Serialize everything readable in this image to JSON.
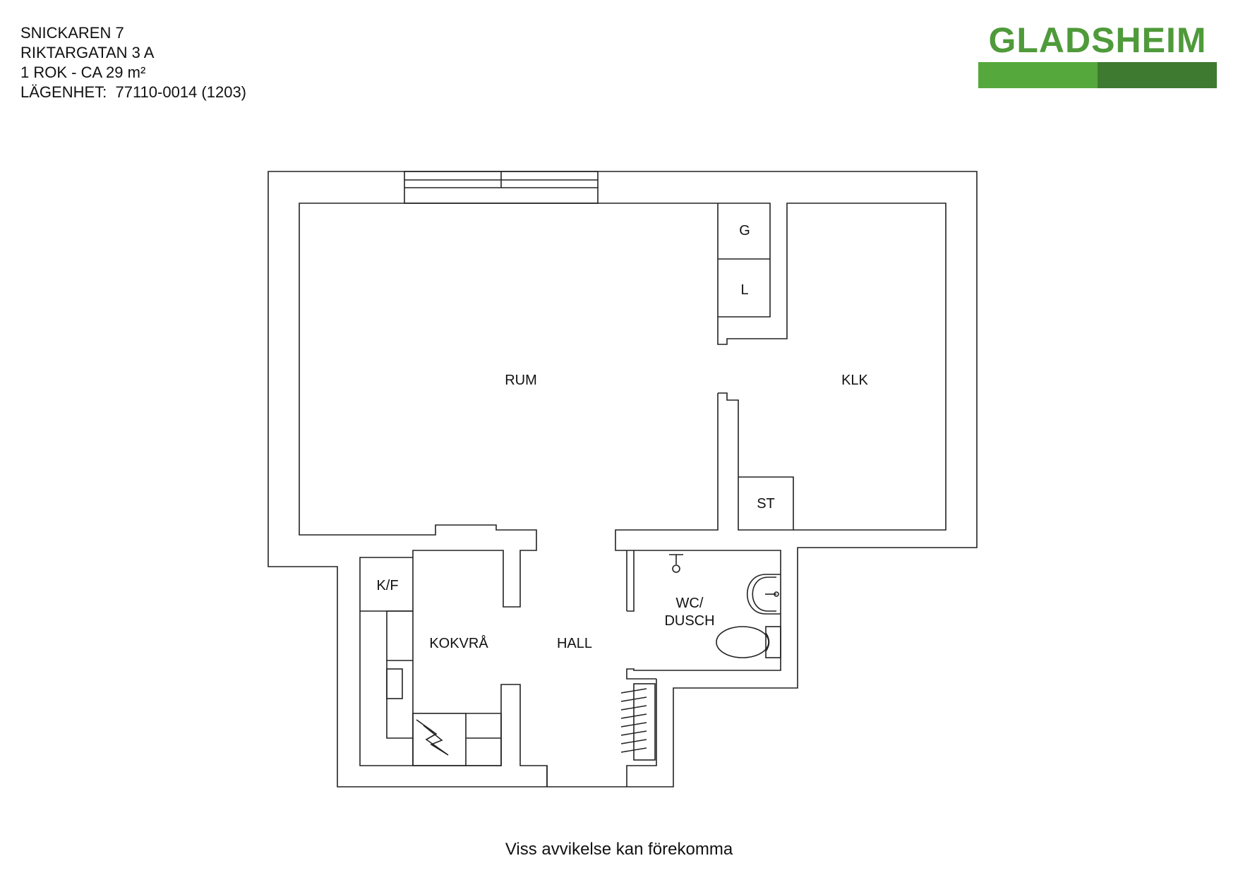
{
  "info": {
    "property": "SNICKAREN 7",
    "street": "RIKTARGATAN 3 A",
    "size": "1 ROK - CA 29 m²",
    "apartment": "LÄGENHET:  77110-0014 (1203)"
  },
  "brand": {
    "name": "GLADSHEIM",
    "text_color": "#4f9a3a",
    "bar_colors": [
      "#55a83c",
      "#3e7a30"
    ]
  },
  "rooms": {
    "rum": "RUM",
    "klk": "KLK",
    "g": "G",
    "l": "L",
    "st": "ST",
    "kf": "K/F",
    "kokvra": "KOKVRÅ",
    "hall": "HALL",
    "wc_line1": "WC/",
    "wc_line2": "DUSCH"
  },
  "footer": "Viss avvikelse kan förekomma"
}
